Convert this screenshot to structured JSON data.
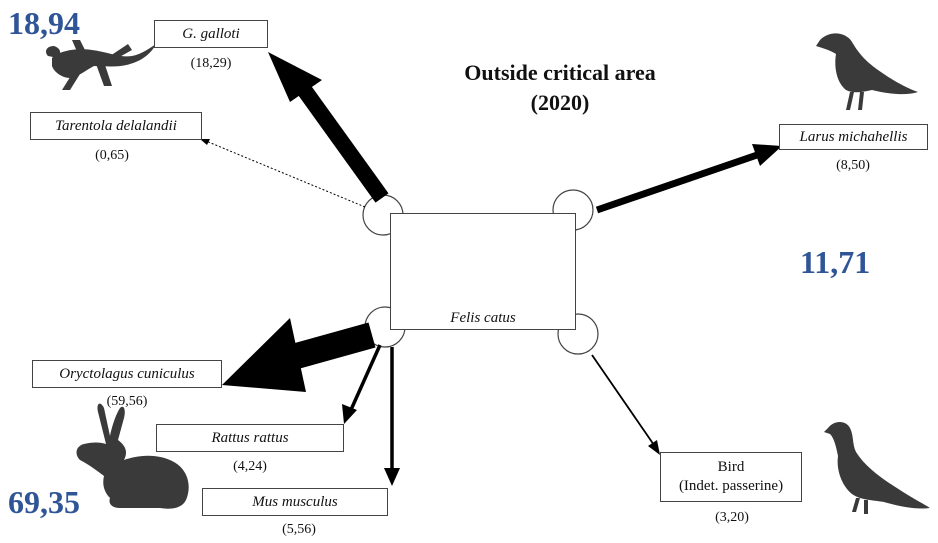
{
  "title": {
    "line1": "Outside critical area",
    "line2": "(2020)"
  },
  "center": {
    "label": "Felis catus",
    "icon": "cat-silhouette"
  },
  "totals": {
    "reptiles": "18,94",
    "birds": "11,71",
    "mammals": "69,35"
  },
  "colors": {
    "total_text": "#2f5597",
    "arrow": "#000000"
  },
  "prey": {
    "g_galloti": {
      "label": "G. galloti",
      "value": "(18,29)"
    },
    "tarentola": {
      "label": "Tarentola delalandii",
      "value": "(0,65)"
    },
    "larus": {
      "label": "Larus michahellis",
      "value": "(8,50)"
    },
    "oryctolagus": {
      "label": "Oryctolagus cuniculus",
      "value": "(59,56)"
    },
    "rattus": {
      "label": "Rattus rattus",
      "value": "(4,24)"
    },
    "mus": {
      "label": "Mus musculus",
      "value": "(5,56)"
    },
    "bird": {
      "label_line1": "Bird",
      "label_line2": "(Indet. passerine)",
      "value": "(3,20)"
    }
  },
  "icons": [
    "lizard-icon",
    "gull-icon",
    "rabbit-icon",
    "pigeon-icon"
  ]
}
